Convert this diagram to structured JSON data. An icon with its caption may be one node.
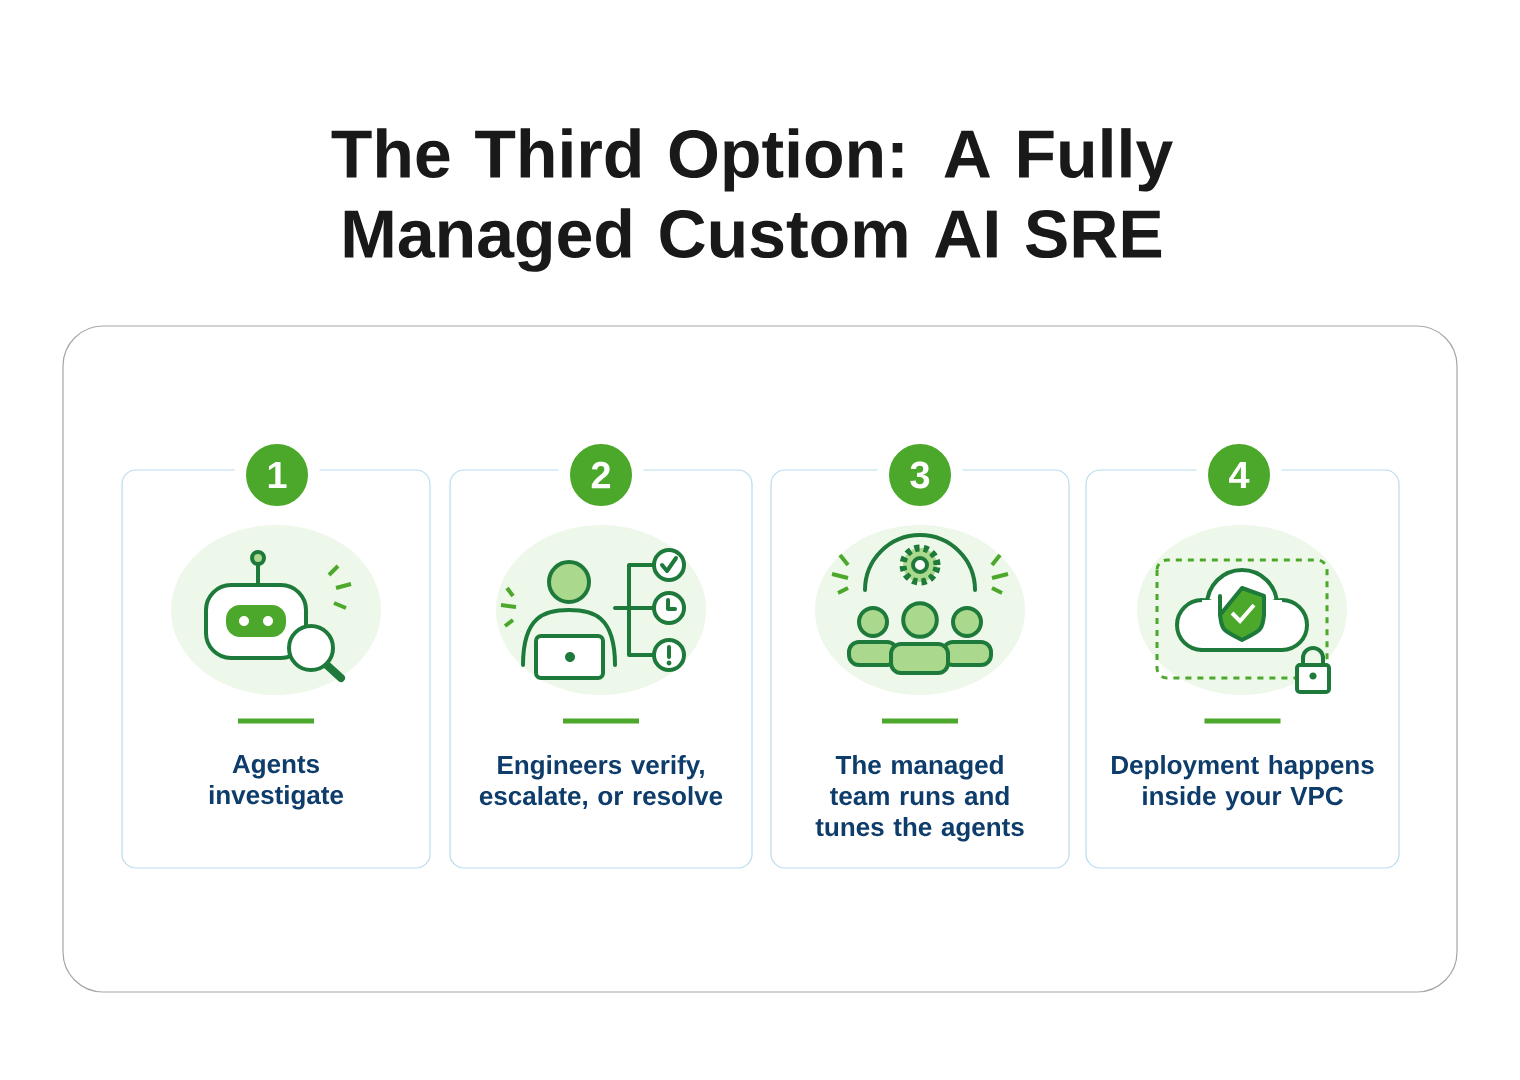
{
  "diagram": {
    "title": "The Third Option: A Fully Managed Custom AI SRE",
    "nodes": [
      {
        "text": [],
        "shape": "box"
      },
      {
        "text": [
          "Agents investigate"
        ],
        "in": 0
      },
      {
        "text": [
          "1"
        ],
        "in": 1
      },
      {
        "text": [
          "Engineers verify, escalate, or resolve"
        ],
        "in": 0
      },
      {
        "text": [
          "2"
        ],
        "in": 3
      },
      {
        "text": [
          "The managed team runs and tunes the agents"
        ],
        "in": 0
      },
      {
        "text": [
          "3"
        ],
        "in": 5
      },
      {
        "text": [
          "Deployment happens inside your VPC"
        ],
        "in": 0
      },
      {
        "text": [
          "4"
        ],
        "in": 7
      }
    ],
    "edges": []
  }
}
